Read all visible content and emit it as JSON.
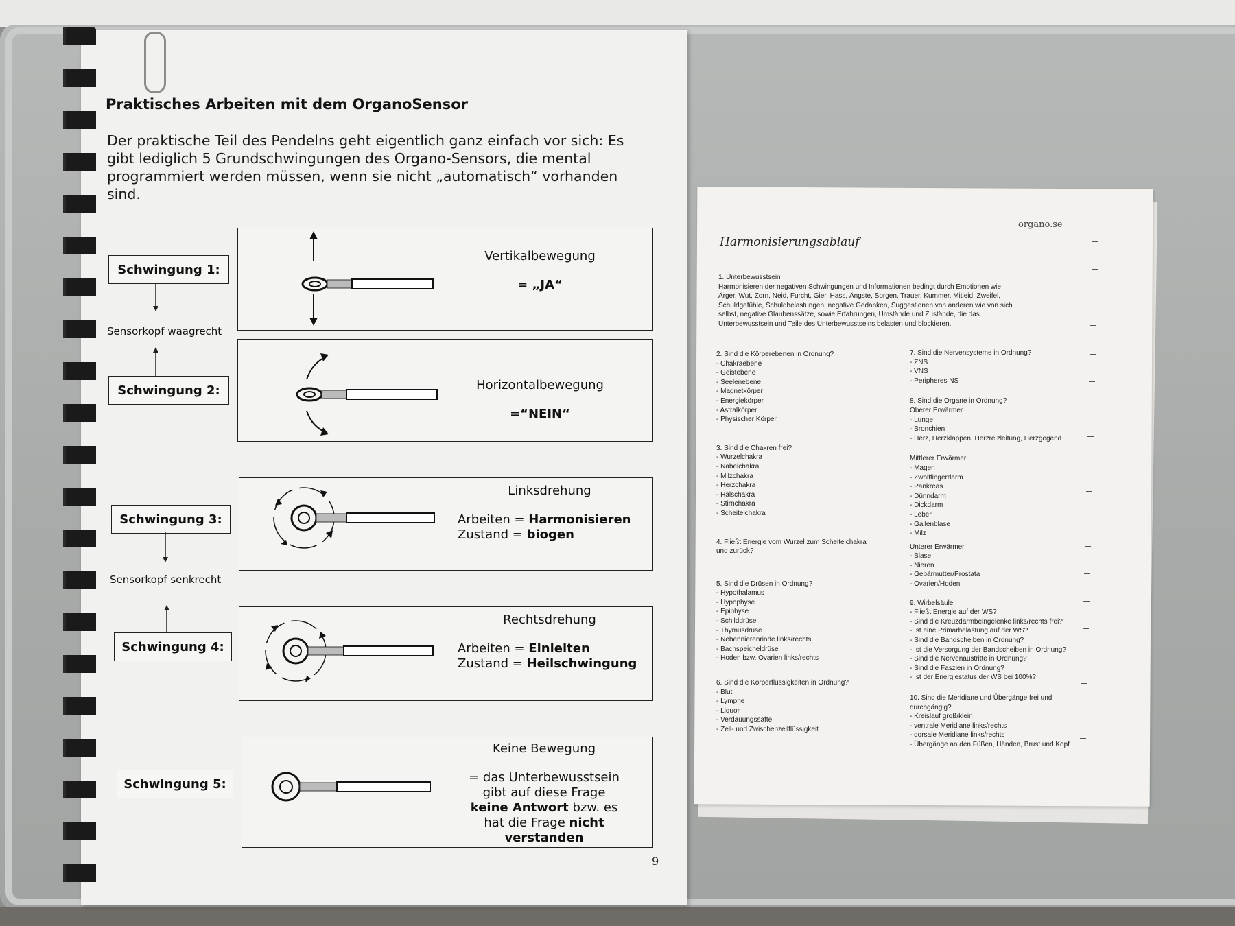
{
  "left_page": {
    "title": "Praktisches Arbeiten mit dem OrganoSensor",
    "intro": "Der praktische Teil des Pendelns geht eigentlich ganz einfach vor sich: Es gibt lediglich 5 Grundschwingungen des Organo-Sensors, die mental programmiert werden müssen, wenn sie nicht „automatisch“ vorhanden sind.",
    "schwingungen": [
      {
        "label": "Schwingung 1:",
        "heading": "Vertikalbewegung",
        "line1": "= „JA“"
      },
      {
        "label": "Schwingung 2:",
        "heading": "Horizontalbewegung",
        "line1": "=“NEIN“"
      },
      {
        "label": "Schwingung 3:",
        "heading": "Linksdrehung",
        "line1_prefix": "Arbeiten =",
        "line1_bold": "Harmonisieren",
        "line2_prefix": "Zustand =",
        "line2_bold": "biogen"
      },
      {
        "label": "Schwingung 4:",
        "heading": "Rechtsdrehung",
        "line1_prefix": "Arbeiten =",
        "line1_bold": "Einleiten",
        "line2_prefix": "Zustand =",
        "line2_bold": "Heilschwingung"
      },
      {
        "label": "Schwingung 5:",
        "heading": "Keine Bewegung",
        "l1": "= das Unterbewusstsein",
        "l2": "gibt auf diese Frage",
        "l3_bold": "keine Antwort",
        "l3_rest": "bzw. es",
        "l4_pre": "hat die Frage",
        "l4_bold": "nicht",
        "l5_bold": "verstanden"
      }
    ],
    "sensorkopf_waagrecht": "Sensorkopf waagrecht",
    "sensorkopf_senkrecht": "Sensorkopf senkrecht",
    "page_number": "9"
  },
  "right_page": {
    "logo": "organo.se",
    "title": "Harmonisierungsablauf",
    "section1": {
      "heading": "1. Unterbewusstsein",
      "lines": [
        "Harmonisieren der negativen Schwingungen und Informationen bedingt durch Emotionen wie",
        "Ärger, Wut, Zorn, Neid, Furcht, Gier, Hass, Ängste, Sorgen, Trauer, Kummer, Mitleid, Zweifel,",
        "Schuldgefühle, Schuldbelastungen, negative Gedanken, Suggestionen von anderen wie von sich",
        "selbst, negative Glaubenssätze, sowie Erfahrungen, Umstände und Zustände, die das",
        "Unterbewusstsein und Teile des Unterbewusstseins belasten und blockieren."
      ]
    },
    "left_col": [
      {
        "heading": "2. Sind die Körperebenen in Ordnung?",
        "items": [
          "- Chakraebene",
          "- Geistebene",
          "- Seelenebene",
          "- Magnetkörper",
          "- Energiekörper",
          "- Astralkörper",
          "- Physischer Körper"
        ]
      },
      {
        "heading": "3. Sind die Chakren frei?",
        "items": [
          "- Wurzelchakra",
          "- Nabelchakra",
          "- Milzchakra",
          "- Herzchakra",
          "- Halschakra",
          "- Stirnchakra",
          "- Scheitelchakra"
        ]
      },
      {
        "heading": "4. Fließt Energie vom Wurzel zum Scheitelchakra",
        "items": [
          "und zurück?"
        ]
      },
      {
        "heading": "5. Sind die Drüsen in Ordnung?",
        "items": [
          "- Hypothalamus",
          "- Hypophyse",
          "- Epiphyse",
          "- Schilddrüse",
          "- Thymusdrüse",
          "- Nebennierenrinde links/rechts",
          "- Bachspeicheldrüse",
          "- Hoden bzw.  Ovarien links/rechts"
        ]
      },
      {
        "heading": "6. Sind die Körperflüssigkeiten in Ordnung?",
        "items": [
          "- Blut",
          "- Lymphe",
          "- Liquor",
          "- Verdauungssäfte",
          "- Zell- und Zwischenzellflüssigkeit"
        ]
      }
    ],
    "right_col": [
      {
        "heading": "7. Sind die Nervensysteme in Ordnung?",
        "items": [
          "- ZNS",
          "- VNS",
          "- Peripheres NS"
        ]
      },
      {
        "heading": "8. Sind die Organe in Ordnung?",
        "items": [
          "Oberer Erwärmer",
          "- Lunge",
          "- Bronchien",
          "- Herz, Herzklappen, Herzreizleitung, Herzgegend"
        ]
      },
      {
        "heading": "Mittlerer Erwärmer",
        "items": [
          "- Magen",
          "- Zwölffingerdarm",
          "- Pankreas",
          "- Dünndarm",
          "- Dickdarm",
          "- Leber",
          "- Gallenblase",
          "- Milz"
        ]
      },
      {
        "heading": "Unterer Erwärmer",
        "items": [
          "- Blase",
          "- Nieren",
          "- Gebärmutter/Prostata",
          "- Ovarien/Hoden"
        ]
      },
      {
        "heading": "9. Wirbelsäule",
        "items": [
          "- Fließt Energie auf der WS?",
          "- Sind die Kreuzdarmbeingelenke links/rechts frei?",
          "- Ist eine Primärbelastung auf der WS?",
          "- Sind die Bandscheiben in Ordnung?",
          "- Ist die Versorgung der Bandscheiben in Ordnung?",
          "- Sind die Nervenaustritte in Ordnung?",
          "- Sind die Faszien in Ordnung?",
          "- Ist der Energiestatus der WS bei 100%?"
        ]
      },
      {
        "heading": "10. Sind die Meridiane und Übergänge frei und",
        "items": [
          "durchgängig?",
          "- Kreislauf groß/klein",
          "- ventrale Meridiane links/rechts",
          "- dorsale Meridiane links/rechts",
          "- Übergänge an den Füßen, Händen, Brust und Kopf"
        ]
      }
    ]
  }
}
